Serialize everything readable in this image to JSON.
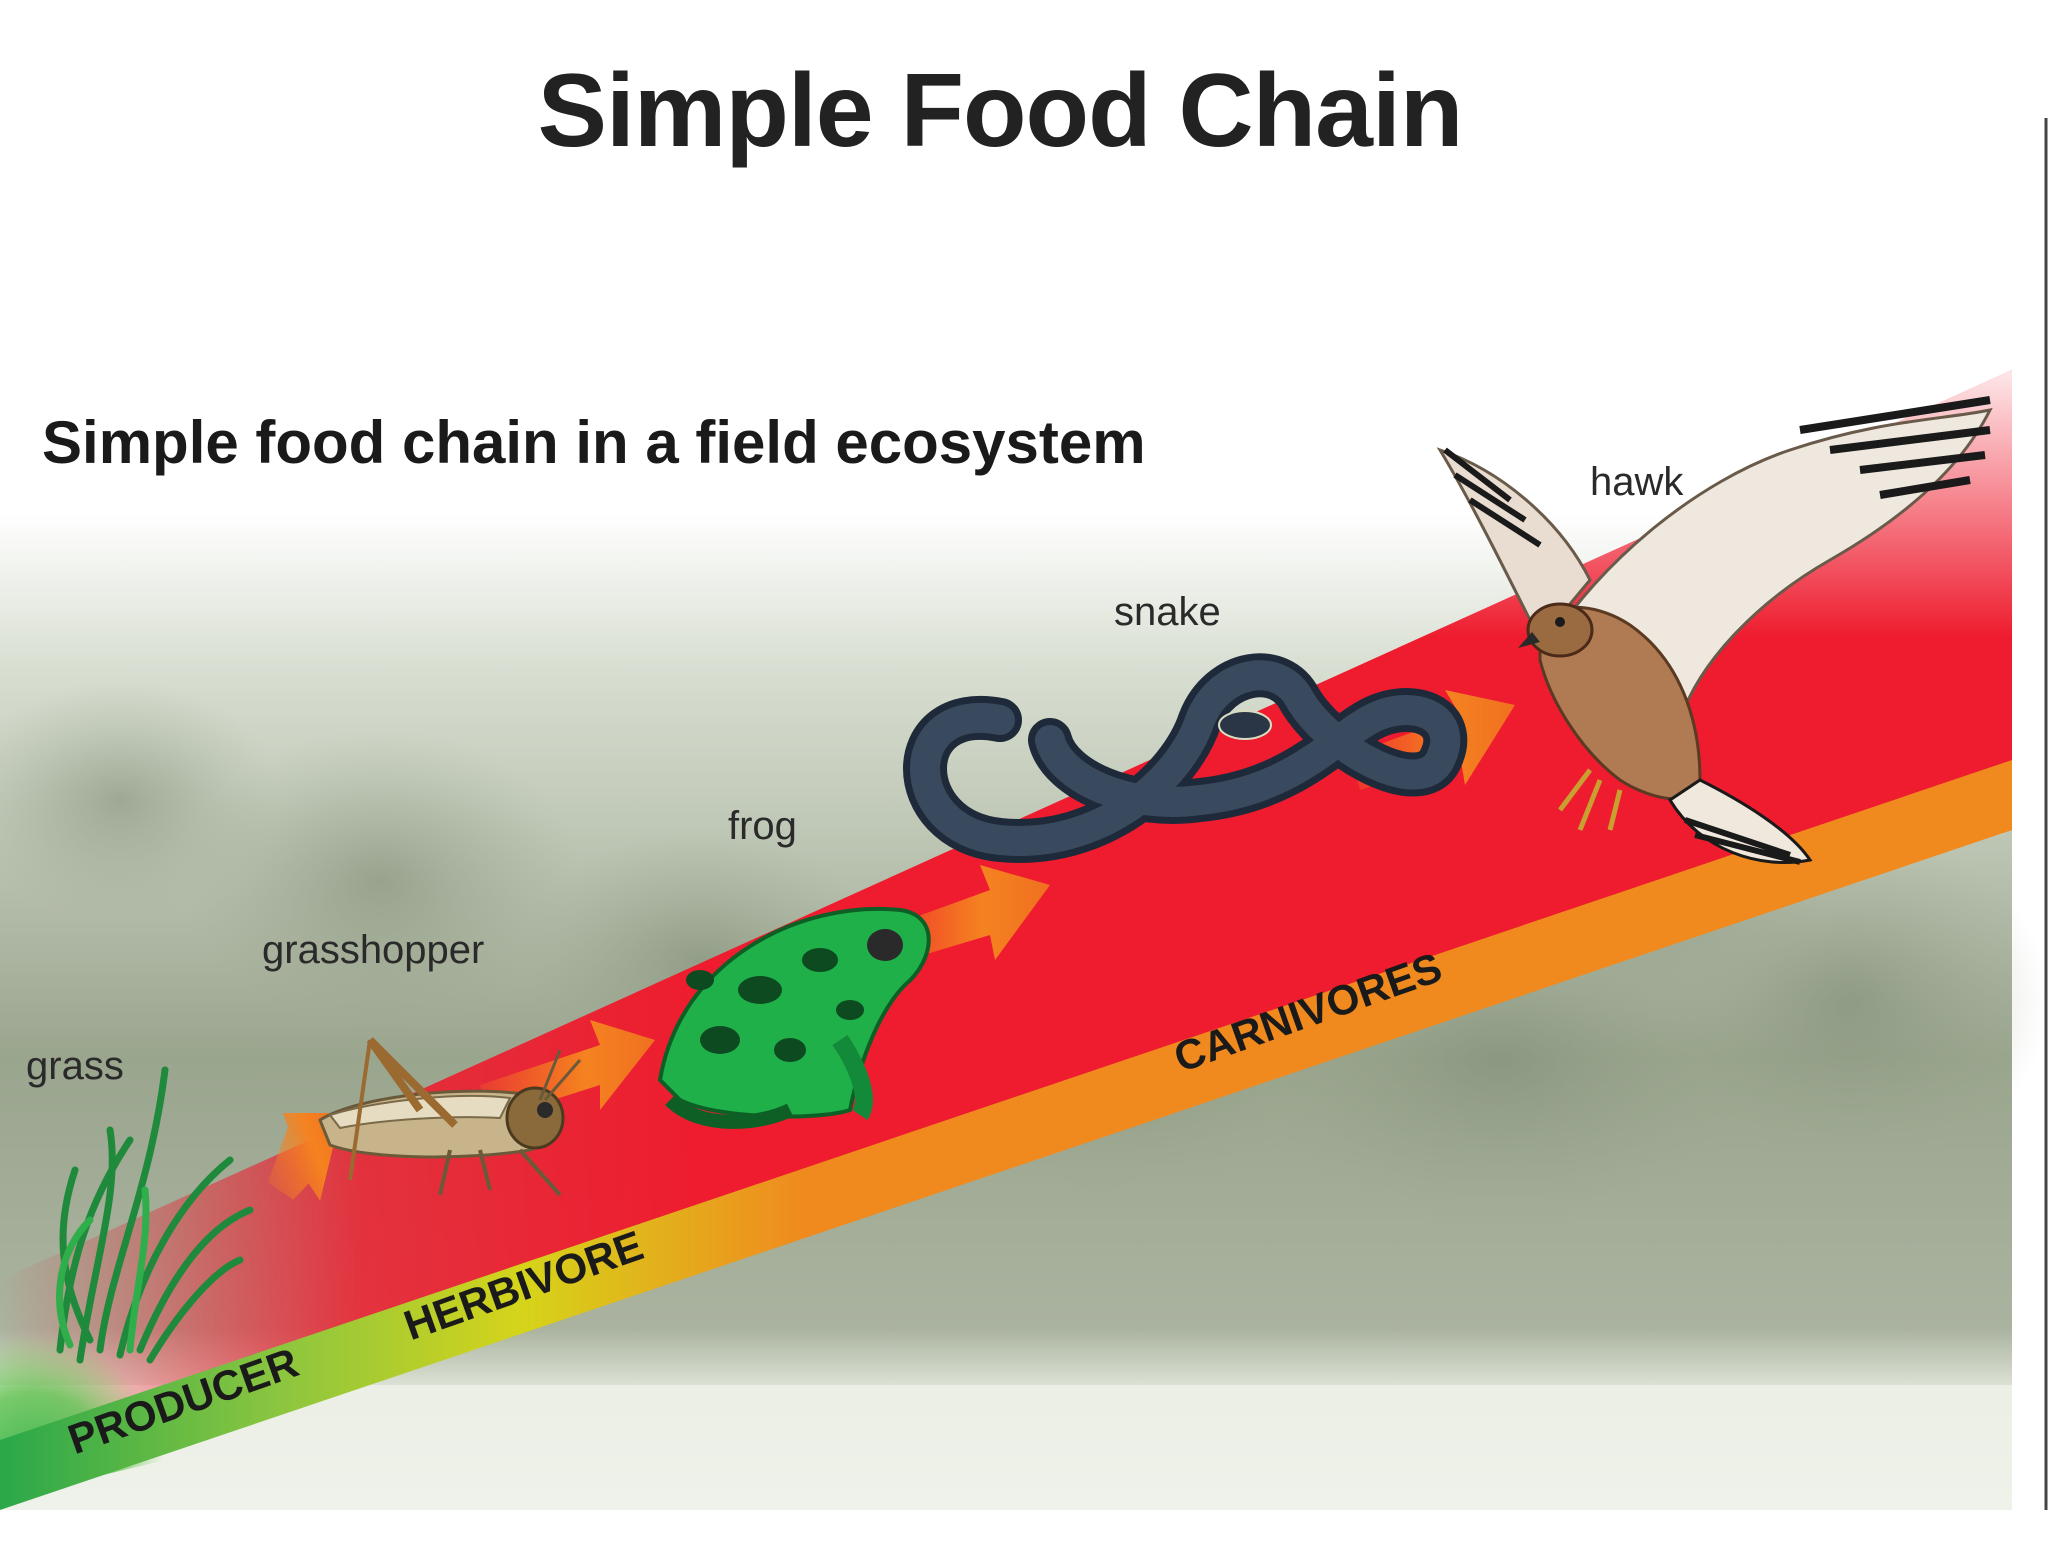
{
  "title": "Simple Food Chain",
  "subtitle": "Simple food chain in a field ecosystem",
  "organisms": [
    {
      "label": "grass",
      "icon": "grass-icon"
    },
    {
      "label": "grasshopper",
      "icon": "grasshopper-icon"
    },
    {
      "label": "frog",
      "icon": "frog-icon"
    },
    {
      "label": "snake",
      "icon": "snake-icon"
    },
    {
      "label": "hawk",
      "icon": "hawk-icon"
    }
  ],
  "levels": [
    {
      "label": "PRODUCER"
    },
    {
      "label": "HERBIVORE"
    },
    {
      "label": "CARNIVORES"
    }
  ],
  "colors": {
    "chain_band": "#ee1c2e",
    "base_band": "#f08a1e",
    "producer_band": "#3bb44a",
    "arrow": "#f58220",
    "background_field": "#b8c2ae"
  }
}
